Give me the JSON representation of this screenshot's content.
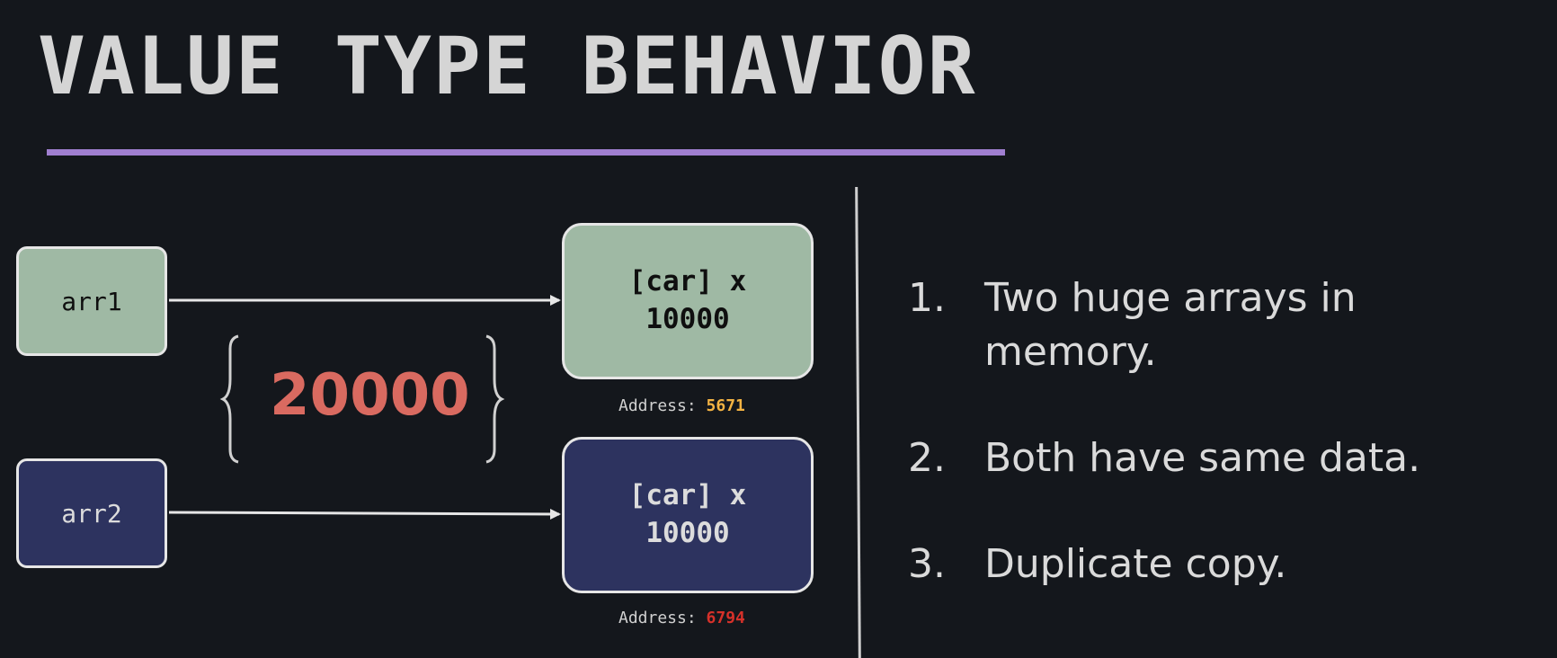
{
  "slide": {
    "title": "VALUE TYPE BEHAVIOR"
  },
  "diagram": {
    "var1": {
      "label": "arr1"
    },
    "var2": {
      "label": "arr2"
    },
    "block1": {
      "line1": "[car] x",
      "line2": "10000",
      "address_label": "Address: ",
      "address_value": "5671"
    },
    "block2": {
      "line1": "[car] x",
      "line2": "10000",
      "address_label": "Address: ",
      "address_value": "6794"
    },
    "total": "20000"
  },
  "points": [
    {
      "number": "1.",
      "text": "Two huge arrays in memory."
    },
    {
      "number": "2.",
      "text": "Both have same data."
    },
    {
      "number": "3.",
      "text": "Duplicate copy."
    }
  ],
  "colors": {
    "background": "#14171c",
    "accent_underline": "#a07fd0",
    "arr1_fill": "#9fb9a4",
    "arr2_fill": "#2d335f",
    "total_text": "#d96a60",
    "address1_value": "#f3b343",
    "address2_value": "#d6312a"
  }
}
